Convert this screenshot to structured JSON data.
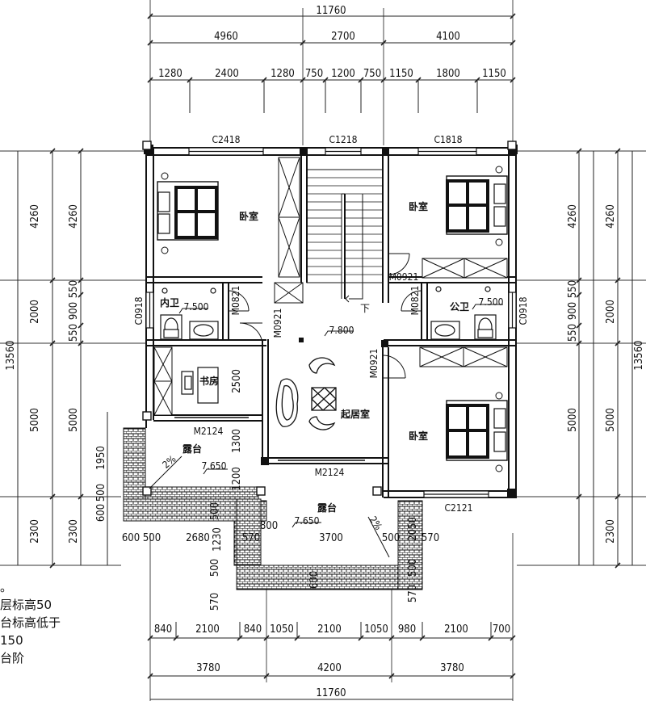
{
  "dimensions": {
    "top_total": "11760",
    "top_main": [
      "4960",
      "2700",
      "4100"
    ],
    "top_detail": [
      "1280",
      "2400",
      "1280",
      "750",
      "1200",
      "750",
      "1150",
      "1800",
      "1150"
    ],
    "left_outer": [
      "4260",
      "2000",
      "5000",
      "2300"
    ],
    "left_inner": [
      "4260",
      "550",
      "900",
      "550",
      "5000",
      "1950",
      "500",
      "600",
      "2300"
    ],
    "right_outer": [
      "4260",
      "2000",
      "5000",
      "2300"
    ],
    "right_inner": [
      "4260",
      "550",
      "900",
      "550",
      "5000"
    ],
    "side_total": "13560",
    "bottom_detail": [
      "840",
      "2100",
      "840",
      "1050",
      "2100",
      "1050",
      "980",
      "2100",
      "700"
    ],
    "bottom_main": [
      "3780",
      "4200",
      "3780"
    ],
    "bottom_total": "11760",
    "interior": {
      "study_width": "2500",
      "terrace_1300": "1300",
      "terrace_1200": "1200",
      "terrace_600": "600",
      "row_600_500": "600 500",
      "row_2680": "2680",
      "row_1230": "1230",
      "row_570": "570",
      "row_800": "800",
      "row_3700": "3700",
      "row_500": "500",
      "row_570b": "570",
      "row_2050": "2050",
      "row_500b": "500",
      "row_500c": "500",
      "row_570c": "570",
      "row_570d": "570",
      "row_500d": "500",
      "left_500": "500"
    }
  },
  "windows": {
    "c2418": "C2418",
    "c1218": "C1218",
    "c1818": "C1818",
    "c0918_left": "C0918",
    "c0918_right": "C0918",
    "c2121": "C2121"
  },
  "doors": {
    "m0821_left": "M0821",
    "m0921_left": "M0921",
    "m0921_top_right": "M0921",
    "m0821_right": "M0821",
    "m0921_living": "M0921",
    "m2124_left": "M2124",
    "m2124_bottom": "M2124"
  },
  "rooms": {
    "bedroom_nw": "卧室",
    "bedroom_ne": "卧室",
    "bedroom_se": "卧室",
    "bath_private": "内卫",
    "bath_public": "公卫",
    "study": "书房",
    "living": "起居室",
    "terrace_left": "露台",
    "terrace_bottom": "露台",
    "stair_down": "下"
  },
  "elevations": {
    "bath_left": "7.500",
    "bath_right": "7.500",
    "living": "7.800",
    "terrace_left": "7.650",
    "terrace_bottom": "7.650"
  },
  "slopes": {
    "terrace_left": "2%",
    "terrace_bottom": "2%"
  },
  "notes": [
    "。",
    "层标高50",
    "台标高低于",
    "150",
    "台阶"
  ]
}
